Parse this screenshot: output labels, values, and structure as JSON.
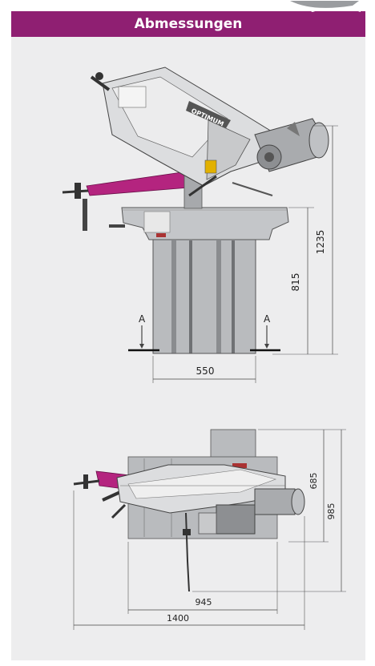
{
  "header": {
    "title": "Abmessungen"
  },
  "colors": {
    "header_bg": "#8f1f72",
    "panel_bg": "#ededee",
    "accent": "#b4247f",
    "machine_grey": "#b9bbbe",
    "line": "#555555"
  },
  "front_view": {
    "brand": "OPTIMUM",
    "section_mark": "A",
    "dims": {
      "height_total": "1235",
      "height_table": "815",
      "base_width": "550"
    }
  },
  "top_view": {
    "dims": {
      "depth_partial": "685",
      "depth_total": "985",
      "width_partial": "945",
      "width_total": "1400"
    }
  }
}
